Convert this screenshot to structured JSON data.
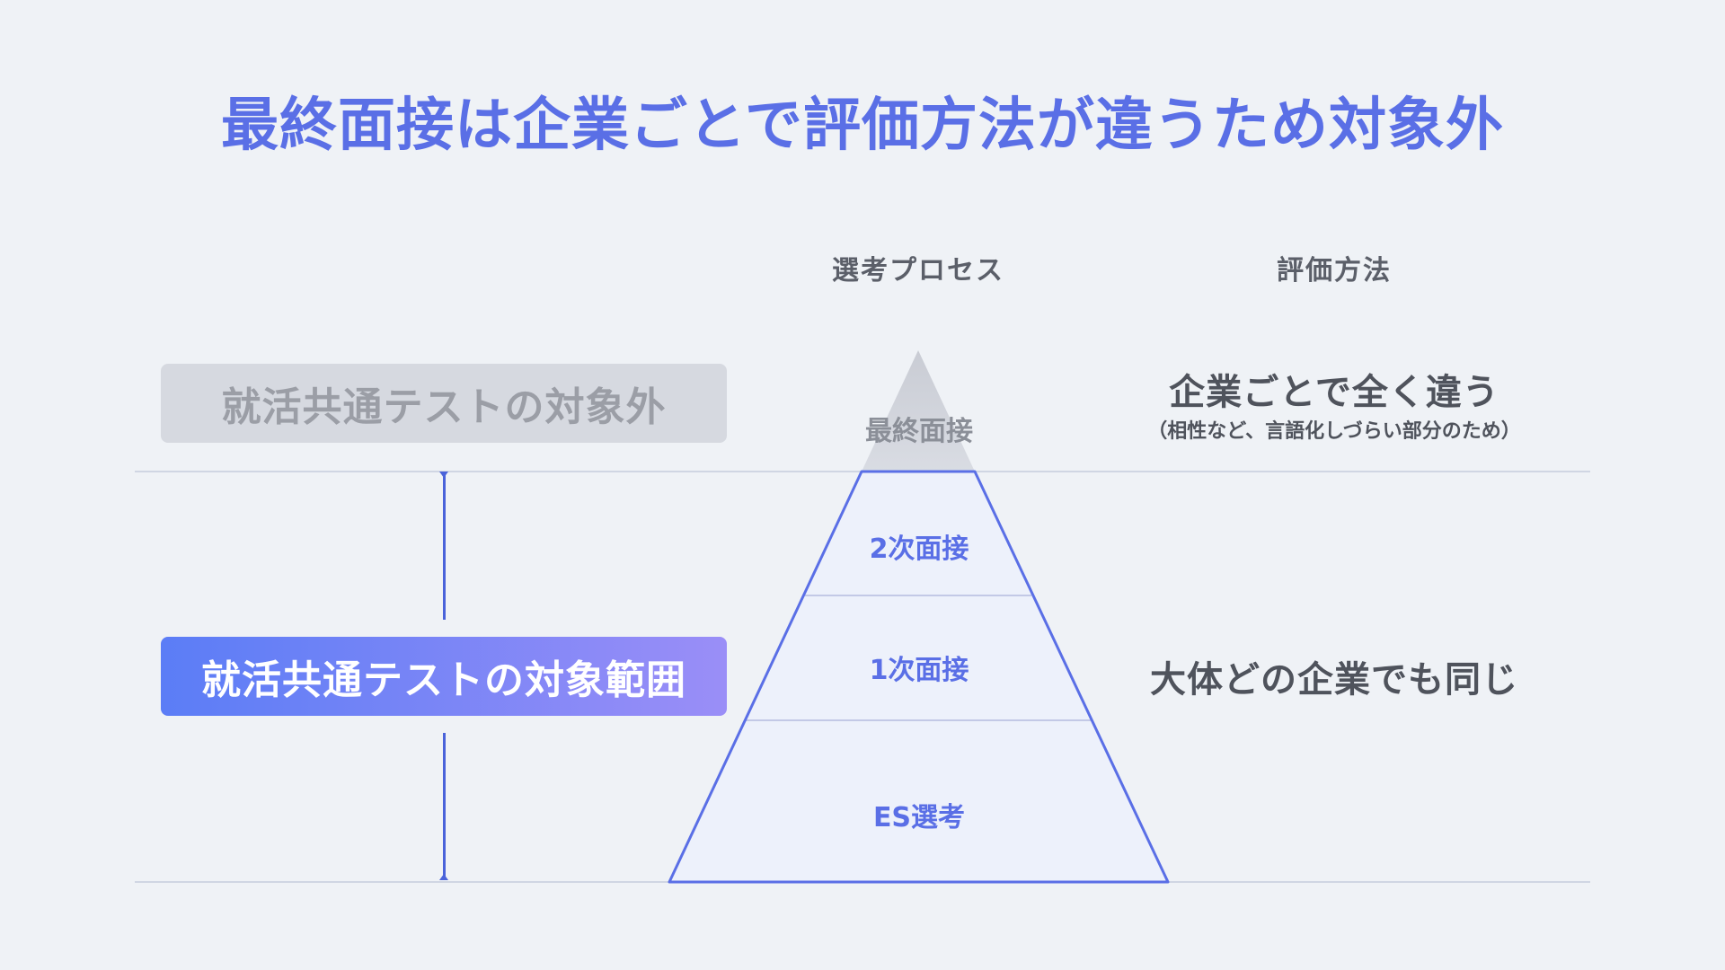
{
  "title": "最終面接は企業ごとで評価方法が違うため対象外",
  "headers": {
    "process": "選考プロセス",
    "evaluation": "評価方法"
  },
  "labels": {
    "out_of_scope": "就活共通テストの対象外",
    "in_scope": "就活共通テストの対象範囲"
  },
  "pyramid": {
    "tiers": [
      "最終面接",
      "2次面接",
      "1次面接",
      "ES選考"
    ]
  },
  "evaluation": {
    "top_main": "企業ごとで全く違う",
    "top_sub": "（相性など、言語化しづらい部分のため）",
    "bottom_main": "大体どの企業でも同じ"
  },
  "colors": {
    "accent": "#5a6fe6",
    "line": "#4a63da",
    "gray": "#d6d9e0",
    "gradient_start": "#5b7df6",
    "gradient_end": "#9a8ef7"
  }
}
